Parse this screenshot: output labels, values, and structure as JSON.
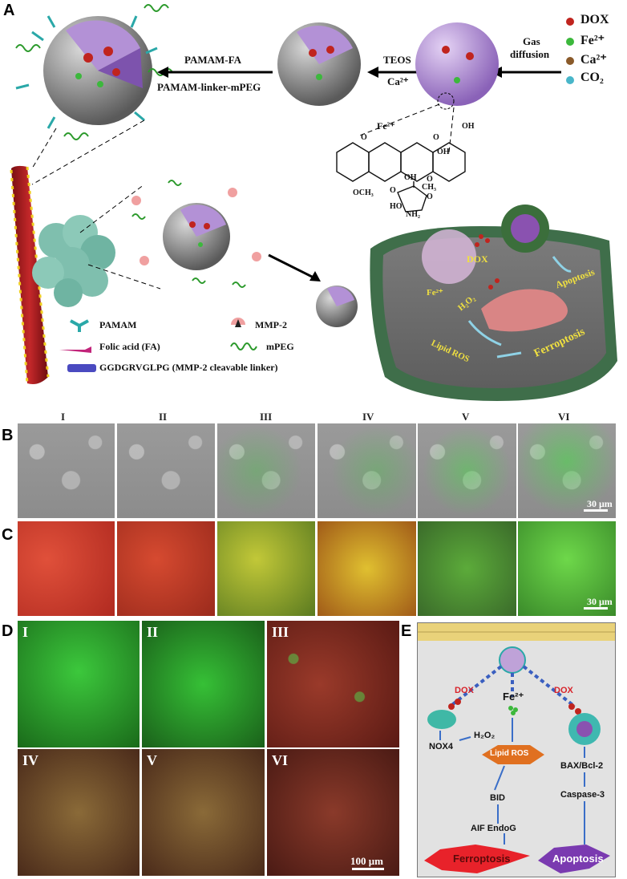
{
  "panel_labels": {
    "a": "A",
    "b": "B",
    "c": "C",
    "d": "D",
    "e": "E"
  },
  "schematic": {
    "arrow1_top": "PAMAM-FA",
    "arrow1_bottom": "PAMAM-linker-mPEG",
    "arrow2_top": "TEOS",
    "arrow2_bottom": "Ca²⁺",
    "arrow3_top": "Gas",
    "arrow3_bottom": "diffusion",
    "molecule_fe": "Fe²⁺",
    "molecule_groups": [
      "O",
      "OH",
      "O",
      "OH",
      "OCH₃",
      "O",
      "OH",
      "O",
      "CH₃",
      "HO",
      "NH₂",
      "O"
    ],
    "legend_right": [
      {
        "label": "DOX",
        "color": "#c0241e"
      },
      {
        "label": "Fe²⁺",
        "color": "#3cb83c"
      },
      {
        "label": "Ca²⁺",
        "color": "#8a5a2a"
      },
      {
        "label": "CO₂",
        "color": "#49b6c9"
      }
    ],
    "legend_bottom": [
      {
        "label": "PAMAM",
        "icon": "pamam-icon"
      },
      {
        "label": "MMP-2",
        "icon": "mmp2-icon"
      },
      {
        "label": "Folic acid (FA)",
        "icon": "folic-acid-icon"
      },
      {
        "label": "mPEG",
        "icon": "mpeg-coil-icon"
      },
      {
        "label": "GGDGRVGLPG (MMP-2 cleavable linker)",
        "icon": "linker-icon"
      }
    ],
    "cell_labels": {
      "dox": "DOX",
      "apoptosis": "Apoptosis",
      "fe": "Fe²⁺",
      "h2o2": "H₂O₂",
      "lipid_ros": "Lipid ROS",
      "ferroptosis": "Ferroptosis"
    }
  },
  "panel_b": {
    "columns": [
      "I",
      "II",
      "III",
      "IV",
      "V",
      "VI"
    ],
    "scale": "30 μm"
  },
  "panel_c": {
    "scale": "30 μm"
  },
  "panel_d": {
    "tiles": [
      "I",
      "II",
      "III",
      "IV",
      "V",
      "VI"
    ],
    "scale": "100 μm"
  },
  "panel_e": {
    "dox_left": "DOX",
    "fe": "Fe²⁺",
    "dox_right": "DOX",
    "nox4": "NOX4",
    "h2o2": "H₂O₂",
    "lipid_ros": "Lipid ROS",
    "bax": "BAX/Bcl-2",
    "bid": "BID",
    "caspase": "Caspase-3",
    "aif": "AIF EndoG",
    "ferroptosis": "Ferroptosis",
    "apoptosis": "Apoptosis"
  }
}
